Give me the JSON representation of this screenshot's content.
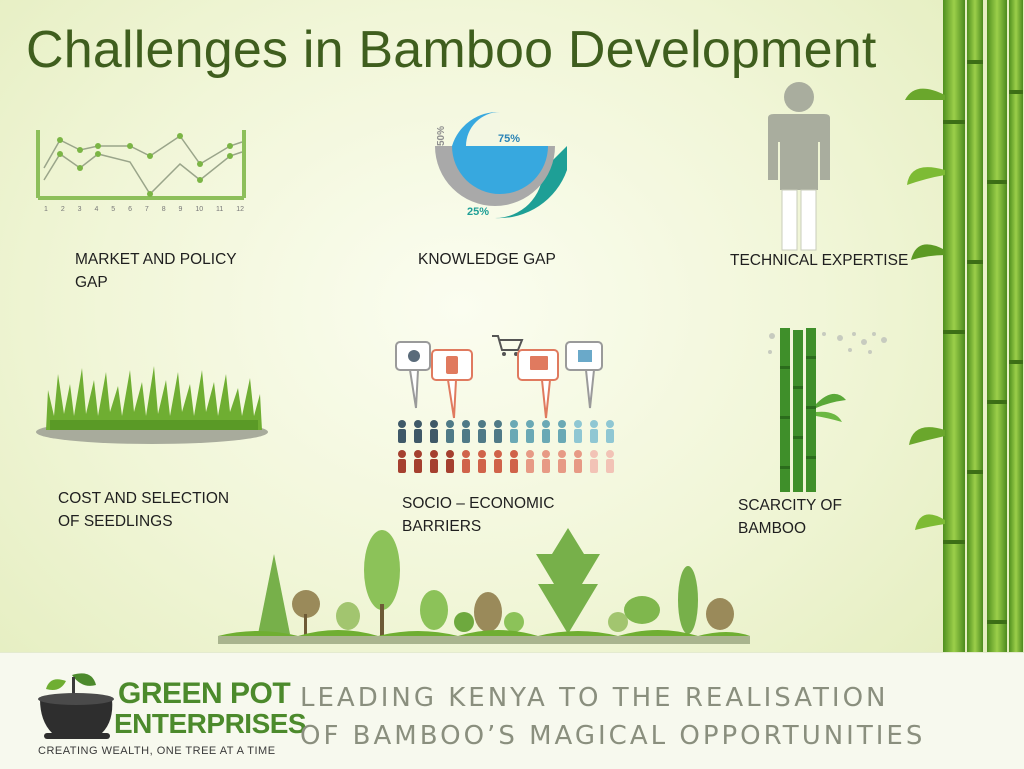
{
  "slide": {
    "title": "Challenges in Bamboo Development",
    "items": [
      {
        "line1": "MARKET AND POLICY",
        "line2": "GAP"
      },
      {
        "line1": "KNOWLEDGE GAP",
        "line2": ""
      },
      {
        "line1": "TECHNICAL EXPERTISE",
        "line2": ""
      },
      {
        "line1": "COST AND SELECTION",
        "line2": "OF SEEDLINGS"
      },
      {
        "line1": "SOCIO – ECONOMIC",
        "line2": "BARRIERS"
      },
      {
        "line1": "SCARCITY OF",
        "line2": "BAMBOO"
      }
    ]
  },
  "line_chart_icon": {
    "x_ticks": [
      "1",
      "2",
      "3",
      "4",
      "5",
      "6",
      "7",
      "8",
      "9",
      "10",
      "11",
      "12"
    ],
    "color": "#8dbf5a"
  },
  "donut_icon": {
    "label_outer": "75%",
    "label_middle": "50%",
    "label_inner": "25%",
    "colors": {
      "blue": "#37a8df",
      "grey": "#a9a9a9",
      "teal": "#1e9f96"
    }
  },
  "footer": {
    "logo_line1": "GREEN POT",
    "logo_line2": "ENTERPRISES",
    "logo_tagline": "CREATING WEALTH, ONE TREE AT A TIME",
    "slogan_line1": "LEADING KENYA TO THE REALISATION",
    "slogan_line2": "OF BAMBOO’S MAGICAL OPPORTUNITIES"
  },
  "colors": {
    "title": "#3f5e1e",
    "bamboo": "#5f9e2a",
    "brand_green": "#4c8a2c"
  }
}
